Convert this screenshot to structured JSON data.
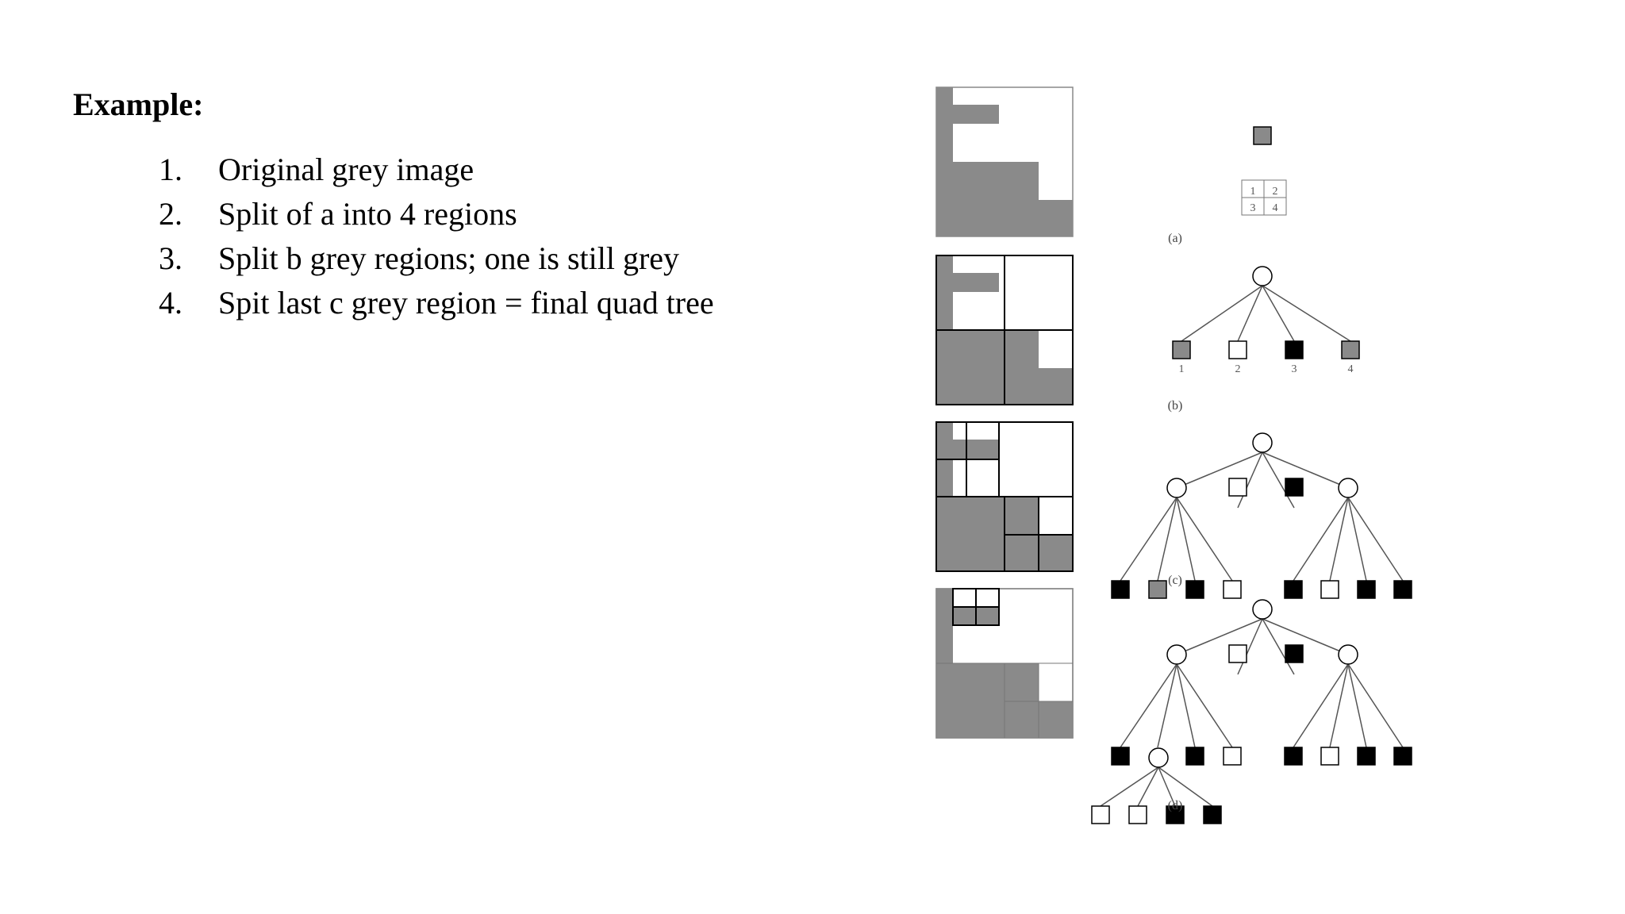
{
  "heading": "Example:",
  "steps": [
    {
      "num": "1.",
      "text": "Original grey image"
    },
    {
      "num": "2.",
      "text": "Split of a into 4 regions"
    },
    {
      "num": "3.",
      "text": "Split b grey regions; one is still grey"
    },
    {
      "num": "4.",
      "text": "Spit last c grey region =  final quad tree"
    }
  ],
  "figure": {
    "captions": [
      "(a)",
      "(b)",
      "(c)",
      "(d)"
    ],
    "quadrant_numbers": [
      "1",
      "2",
      "3",
      "4"
    ],
    "leaf_numbers": [
      "1",
      "2",
      "3",
      "4"
    ],
    "colors": {
      "grey": "#8a8a8a",
      "black": "#000000",
      "white": "#ffffff"
    }
  }
}
